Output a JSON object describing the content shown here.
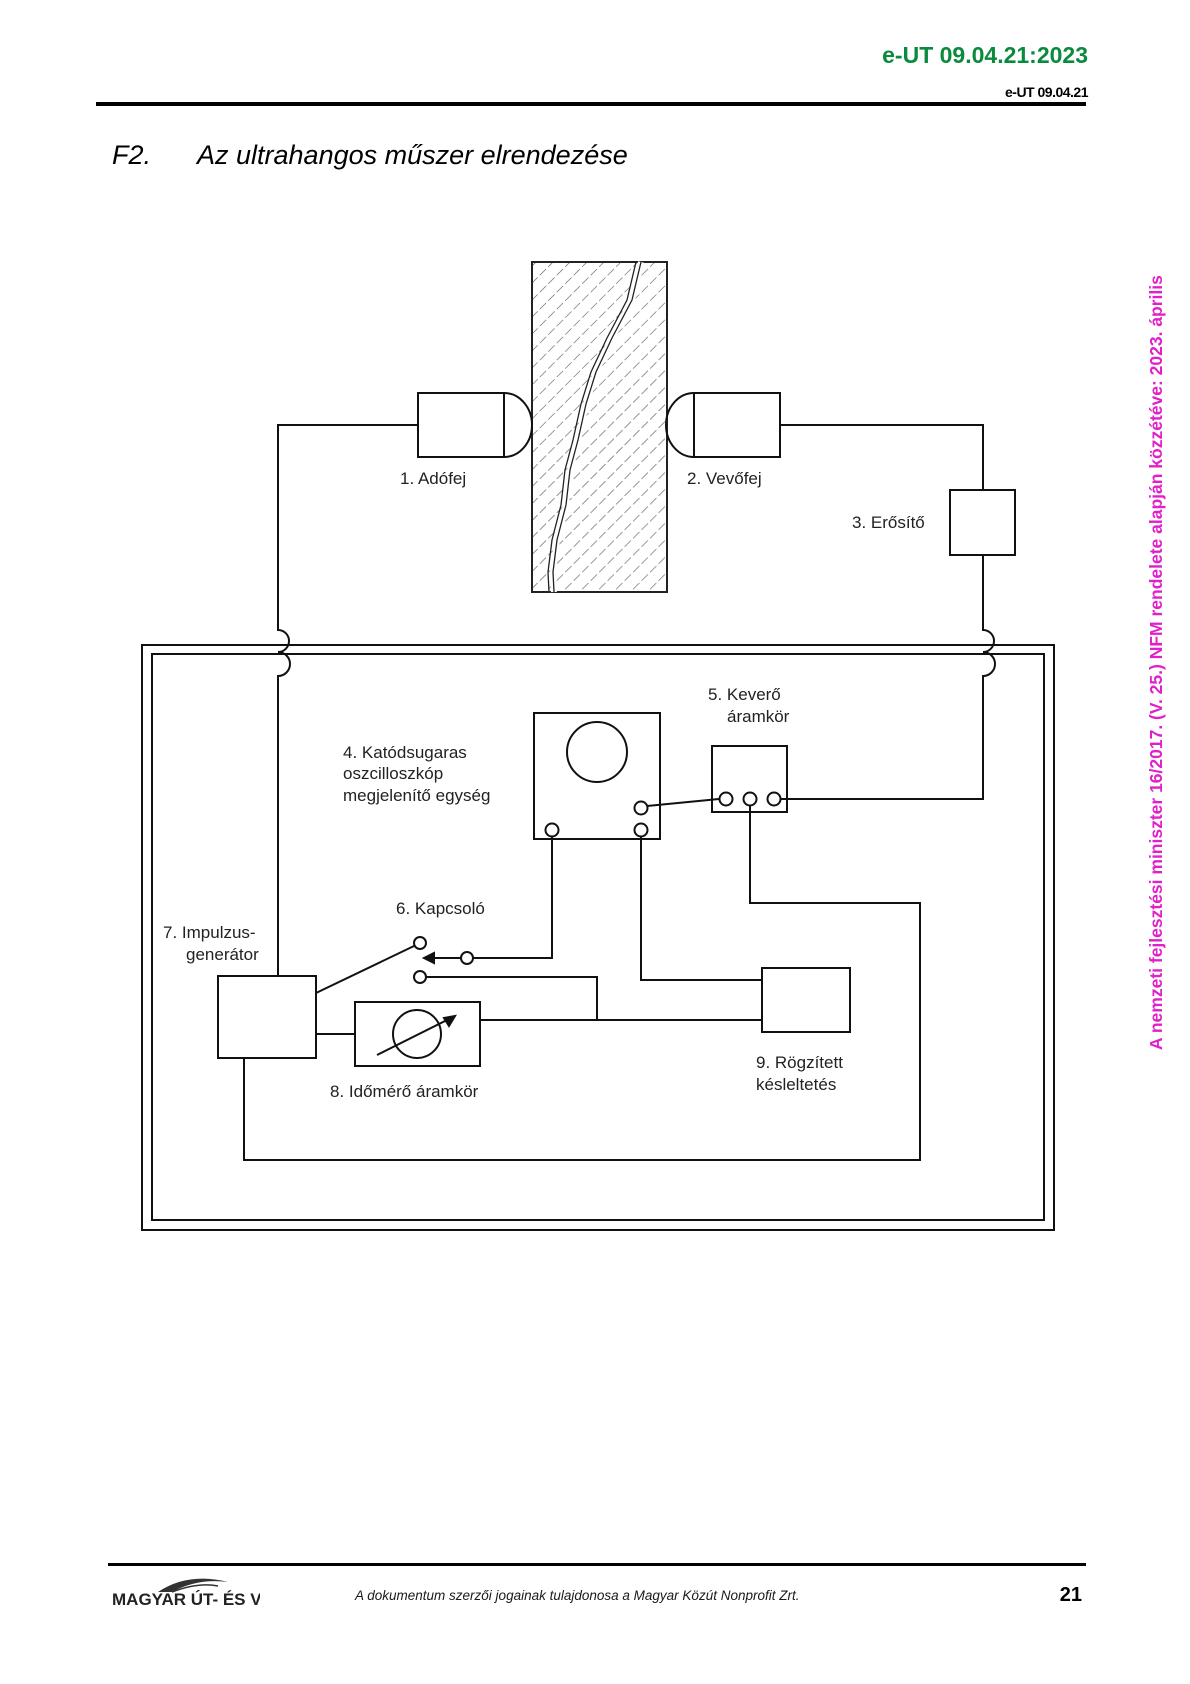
{
  "header": {
    "doc_code": "e-UT 09.04.21:2023",
    "doc_code_small": "e-UT 09.04.21"
  },
  "heading": {
    "number": "F2.",
    "title": "Az ultrahangos műszer elrendezése"
  },
  "side_note": "A nemzeti fejlesztési miniszter 16/2017. (V. 25.) NFM rendelete alapján közzétéve: 2023. április",
  "diagram": {
    "labels": {
      "transmitter": "1. Adófej",
      "receiver": "2. Vevőfej",
      "amplifier": "3. Erősítő",
      "oscilloscope_1": "4. Katódsugaras",
      "oscilloscope_2": "oszcilloszkóp",
      "oscilloscope_3": "megjelenítő egység",
      "mixer_1": "5. Keverő",
      "mixer_2": "áramkör",
      "switch": "6. Kapcsoló",
      "pulse_gen_1": "7. Impulzus-",
      "pulse_gen_2": "generátor",
      "timer": "8. Időmérő áramkör",
      "delay_1": "9. Rögzített",
      "delay_2": "késleltetés"
    }
  },
  "footer": {
    "logo_text": "MAGYAR ÚT- ÉS VASÚTÜGYI TÁRSASÁG",
    "copyright": "A dokumentum szerzői jogainak tulajdonosa a Magyar Közút Nonprofit Zrt.",
    "page_number": "21"
  },
  "colors": {
    "doc_code": "#0a8a3c",
    "side_note": "#e020c8"
  }
}
